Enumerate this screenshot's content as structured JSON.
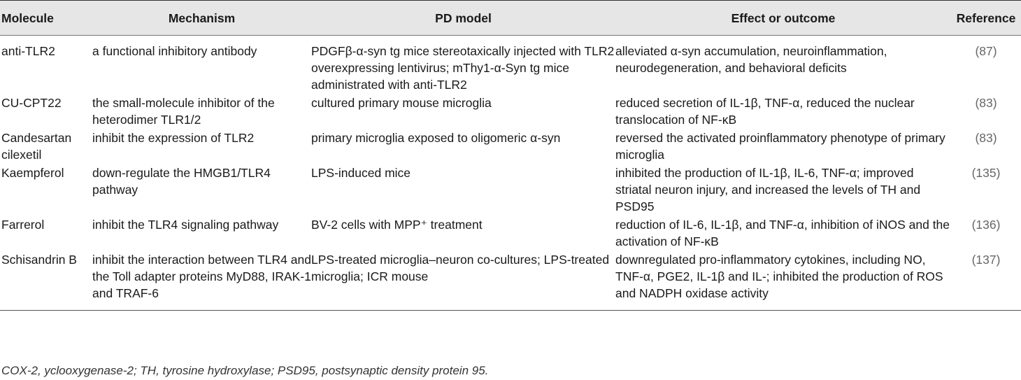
{
  "table": {
    "headers": [
      "Molecule",
      "Mechanism",
      "PD model",
      "Effect or outcome",
      "Reference"
    ],
    "rows": [
      {
        "molecule": "anti-TLR2",
        "mechanism": "a functional inhibitory antibody",
        "model": "PDGFβ-α-syn tg mice stereotaxically injected with TLR2 overexpressing lentivirus; mThy1-α-Syn tg mice administrated with anti-TLR2",
        "effect": "alleviated α-syn accumulation, neuroinflammation, neurodegeneration, and behavioral deficits",
        "reference": "(87)"
      },
      {
        "molecule": "CU-CPT22",
        "mechanism": "the small-molecule inhibitor of the heterodimer TLR1/2",
        "model": "cultured primary mouse microglia",
        "effect": "reduced secretion of IL-1β, TNF-α, reduced the nuclear translocation of NF-κB",
        "reference": "(83)"
      },
      {
        "molecule": "Candesartan cilexetil",
        "mechanism": "inhibit the expression of TLR2",
        "model": "primary microglia exposed to oligomeric α-syn",
        "effect": "reversed the activated proinflammatory phenotype of primary microglia",
        "reference": "(83)"
      },
      {
        "molecule": "Kaempferol",
        "mechanism": "down-regulate the HMGB1/TLR4 pathway",
        "model": "LPS-induced mice",
        "effect": "inhibited the production of IL-1β, IL-6, TNF-α; improved striatal neuron injury, and increased the levels of TH and PSD95",
        "reference": "(135)"
      },
      {
        "molecule": "Farrerol",
        "mechanism": "inhibit the TLR4 signaling pathway",
        "model": "BV-2 cells with MPP⁺ treatment",
        "effect": "reduction of IL-6, IL-1β, and TNF-α, inhibition of iNOS and the activation of NF-κB",
        "reference": "(136)"
      },
      {
        "molecule": "Schisandrin B",
        "mechanism": "inhibit the interaction between TLR4 and the Toll adapter proteins MyD88, IRAK-1 and TRAF-6",
        "model": "LPS-treated microglia–neuron co-cultures; LPS-treated microglia; ICR mouse",
        "effect": "downregulated pro-inflammatory cytokines, including NO, TNF-α, PGE2, IL-1β and IL-; inhibited the production of ROS and NADPH oxidase activity",
        "reference": "(137)"
      }
    ]
  },
  "footnote": "COX-2, yclooxygenase-2; TH, tyrosine hydroxylase; PSD95, postsynaptic density protein 95."
}
